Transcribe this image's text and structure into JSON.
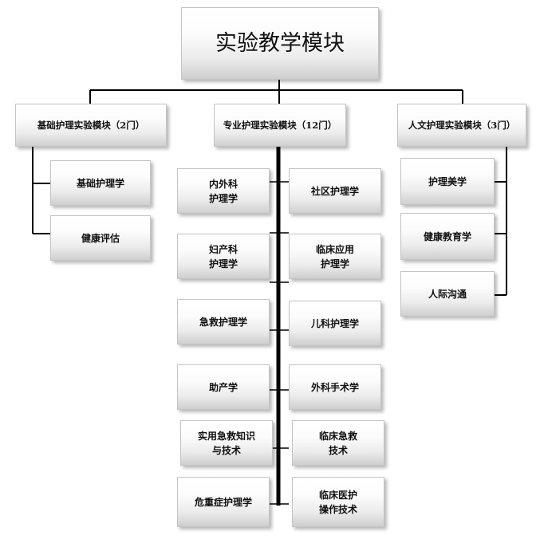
{
  "title": "实验教学模块",
  "modules": [
    {
      "label": "基础护理实验模块（2门）",
      "courses": [
        "基础护理学",
        "健康评估"
      ]
    },
    {
      "label": "专业护理实验模块（12门）",
      "courses_left": [
        "内外科\n护理学",
        "妇产科\n护理学",
        "急救护理学",
        "助产学",
        "实用急救知识\n与技术",
        "危重症护理学"
      ],
      "courses_right": [
        "社区护理学",
        "临床应用\n护理学",
        "儿科护理学",
        "外科手术学",
        "临床急救\n技术",
        "临床医护\n操作技术"
      ]
    },
    {
      "label": "人文护理实验模块（3门）",
      "courses": [
        "护理美学",
        "健康教育学",
        "人际沟通"
      ]
    }
  ]
}
